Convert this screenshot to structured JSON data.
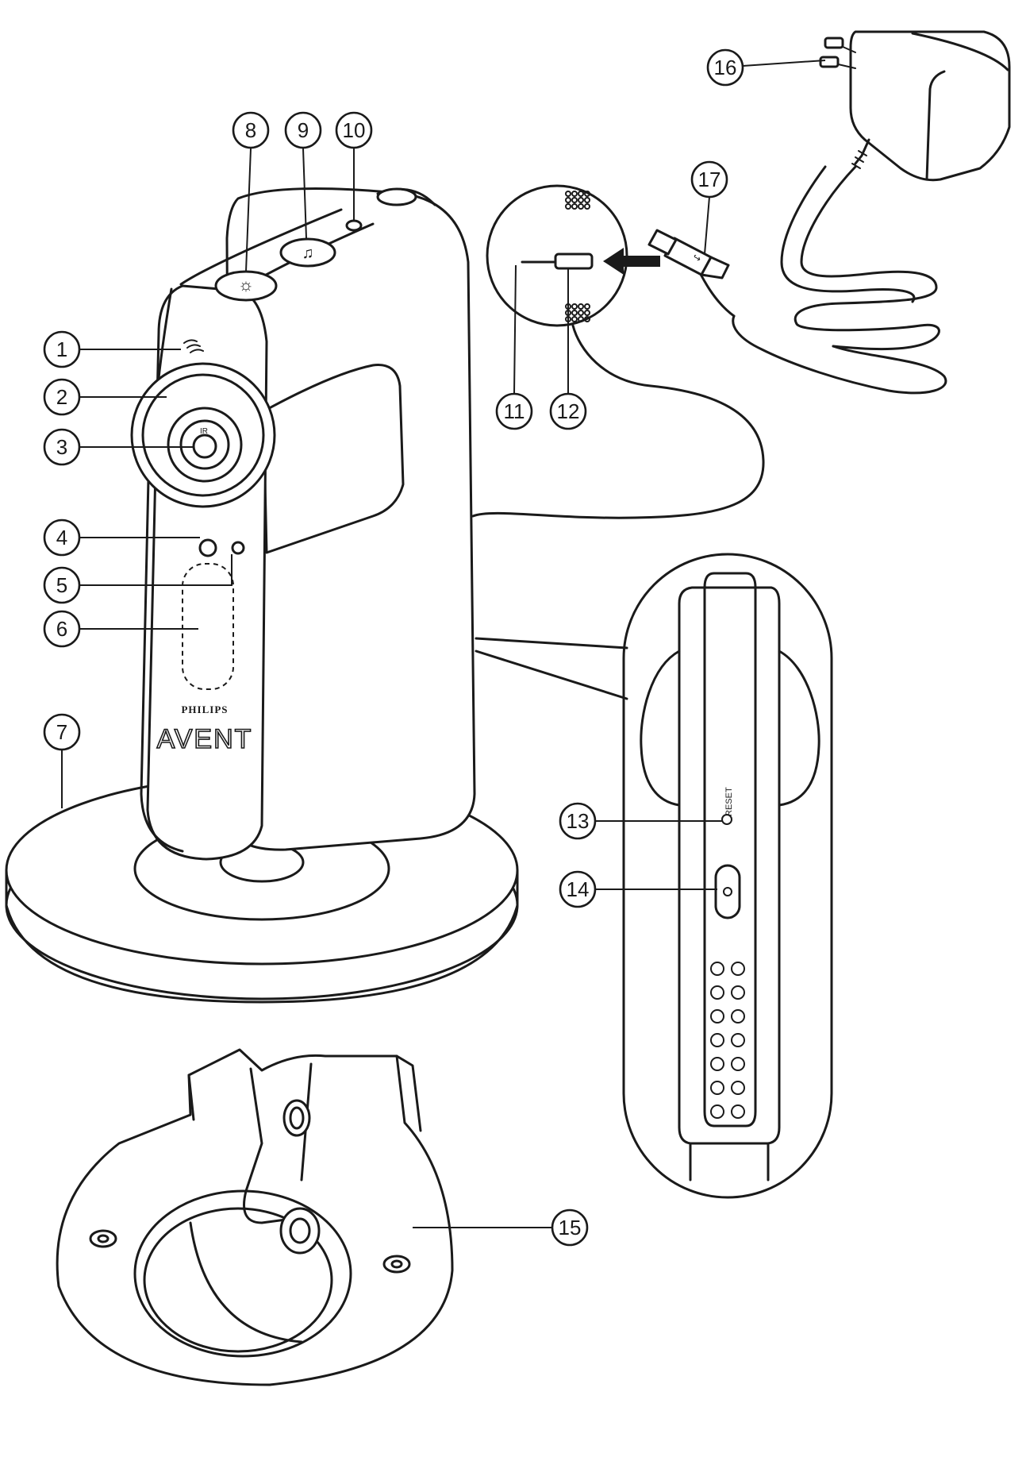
{
  "callouts": [
    {
      "num": "1"
    },
    {
      "num": "2"
    },
    {
      "num": "3"
    },
    {
      "num": "4"
    },
    {
      "num": "5"
    },
    {
      "num": "6"
    },
    {
      "num": "7"
    },
    {
      "num": "8"
    },
    {
      "num": "9"
    },
    {
      "num": "10"
    },
    {
      "num": "11"
    },
    {
      "num": "12"
    },
    {
      "num": "13"
    },
    {
      "num": "14"
    },
    {
      "num": "15"
    },
    {
      "num": "16"
    },
    {
      "num": "17"
    }
  ],
  "brand": {
    "top": "PHILIPS",
    "main": "AVENT"
  },
  "back_panel": {
    "reset_label": "RESET"
  }
}
